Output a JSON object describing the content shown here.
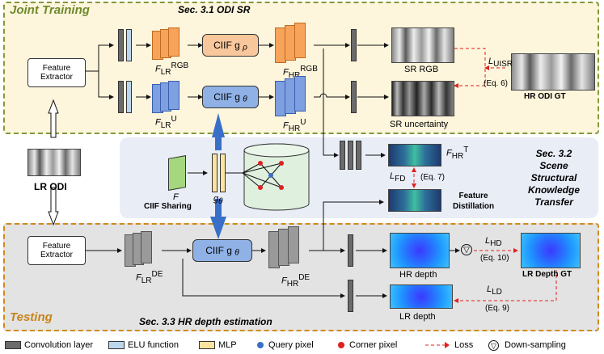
{
  "sections": {
    "joint_training": "Joint Training",
    "testing": "Testing",
    "sr": "Sec. 3.1 ODI SR",
    "transfer_line1": "Sec. 3.2",
    "transfer_line2": "Scene Structural",
    "transfer_line3": "Knowledge",
    "transfer_line4": "Transfer",
    "depth": "Sec. 3.3 HR depth estimation"
  },
  "blocks": {
    "feature_extractor_line1": "Feature",
    "feature_extractor_line2": "Extractor",
    "ciif_rho": "CIIF g",
    "ciif_rho_sub": "ρ",
    "ciif_theta": "CIIF g",
    "ciif_theta_sub": "θ",
    "ciif_sharing": "CIIF Sharing",
    "f_label": "F",
    "g_label": "g",
    "g_sub": "θ"
  },
  "features": {
    "lr_rgb_base": "F",
    "lr_rgb_sub": "LR",
    "lr_rgb_sup": "RGB",
    "hr_rgb_base": "F",
    "hr_rgb_sub": "HR",
    "hr_rgb_sup": "RGB",
    "lr_u_base": "F",
    "lr_u_sub": "LR",
    "lr_u_sup": "U",
    "hr_u_base": "F",
    "hr_u_sub": "HR",
    "hr_u_sup": "U",
    "hr_t_base": "F",
    "hr_t_sub": "HR",
    "hr_t_sup": "T",
    "lr_de_base": "F",
    "lr_de_sub": "LR",
    "lr_de_sup": "DE",
    "hr_de_base": "F",
    "hr_de_sub": "HR",
    "hr_de_sup": "DE"
  },
  "outputs": {
    "sr_rgb": "SR RGB",
    "sr_uncertainty": "SR uncertainty",
    "hr_odi_gt": "HR ODI GT",
    "lr_odi": "LR ODI",
    "feature_distillation_line1": "Feature",
    "feature_distillation_line2": "Distillation",
    "hr_depth": "HR depth",
    "lr_depth": "LR depth",
    "lr_depth_gt": "LR Depth GT"
  },
  "losses": {
    "uisr": "L",
    "uisr_sub": "UISR",
    "uisr_eq": "(Eq. 6)",
    "fd": "L",
    "fd_sub": "FD",
    "fd_eq": "(Eq. 7)",
    "hd": "L",
    "hd_sub": "HD",
    "hd_eq": "(Eq. 10)",
    "ld": "L",
    "ld_sub": "LD",
    "ld_eq": "(Eq. 9)"
  },
  "legend": {
    "conv": "Convolution layer",
    "elu": "ELU function",
    "mlp": "MLP",
    "query": "Query pixel",
    "corner": "Corner pixel",
    "loss": "Loss",
    "downsampling": "Down-sampling"
  },
  "colors": {
    "train_border": "#7f9a3a",
    "test_border": "#c88419",
    "ciif_rho_fill": "#f8c79c",
    "ciif_theta_fill": "#8fb1e6",
    "rgb_feature": "#f7a35a",
    "u_feature": "#7e9fe0",
    "de_feature": "#9a9a9a",
    "loss_arrow": "#e02020",
    "share_arrow": "#3a6fc8"
  }
}
